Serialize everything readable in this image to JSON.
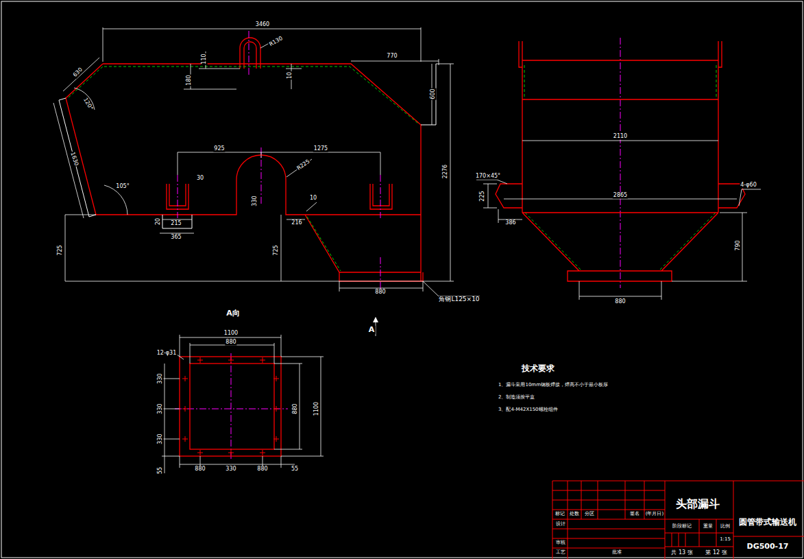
{
  "diagram": {
    "labels": [
      "3460",
      "R130",
      "110",
      "180",
      "10",
      "770",
      "630",
      "120°",
      "1630",
      "105°",
      "600",
      "2276",
      "925",
      "1275",
      "R225",
      "30",
      "330",
      "10",
      "20",
      "215",
      "365",
      "216",
      "725",
      "725",
      "880",
      "角钢L125×10",
      "A",
      "2110",
      "170×45°",
      "225",
      "2865",
      "4-φ60",
      "386",
      "790",
      "880",
      "A向",
      "1100",
      "12-φ31",
      "880",
      "330",
      "330",
      "330",
      "55",
      "880",
      "1100",
      "880",
      "330",
      "880",
      "55",
      "技术要求",
      "1、漏斗采用10mm钢板焊接，焊高不小于最小板厚",
      "2、制造须按平直",
      "3、配4-M42X150螺栓组件",
      "标记",
      "处数",
      "分区",
      "签名",
      "(年月日)",
      "设计",
      "审核",
      "工艺",
      "批准",
      "头部漏斗",
      "阶段标记",
      "重量",
      "比例",
      "1:15",
      "共 13 张",
      "第 12 张",
      "圆管带式输送机",
      "DG500-17"
    ]
  }
}
